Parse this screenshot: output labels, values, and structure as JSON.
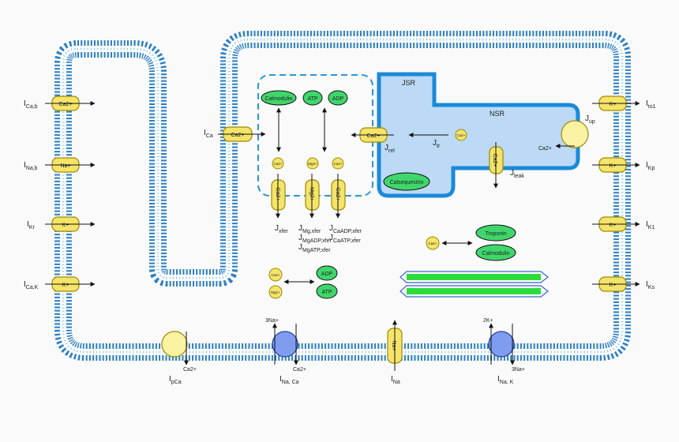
{
  "colors": {
    "membrane": "#4aa8e6",
    "membrane_dark": "#2b7fc4",
    "sr_fill": "#bcd9f5",
    "sr_stroke": "#1a8ad8",
    "channel_fill": "#f5e46a",
    "channel_stroke": "#a08a00",
    "pump_yellow": "#fbf2a4",
    "pump_blue": "#7f9cf0",
    "green_fill": "#3fd66b",
    "filament": "#2ddc3a",
    "filament_outline": "#3366cc"
  },
  "sr": {
    "jsr_label": "JSR",
    "nsr_label": "NSR",
    "calsequestrin": "Calsequestrin"
  },
  "sarcolemma_channels": {
    "ica_b": {
      "ion": "Ca2+",
      "current": "I",
      "current_sub": "Ca,b"
    },
    "ina_b": {
      "ion": "Na+",
      "current": "I",
      "current_sub": "Na,b"
    },
    "ikr": {
      "ion": "K+",
      "current": "I",
      "current_sub": "Kr"
    },
    "ica_k": {
      "ion": "K+",
      "current": "I",
      "current_sub": "Ca,K"
    },
    "ica": {
      "ion": "Ca2+",
      "current": "I",
      "current_sub": "Ca"
    },
    "ito1": {
      "ion": "K+",
      "current": "I",
      "current_sub": "to1"
    },
    "ikp": {
      "ion": "K+",
      "current": "I",
      "current_sub": "Kp"
    },
    "ik1": {
      "ion": "K+",
      "current": "I",
      "current_sub": "K1"
    },
    "iks": {
      "ion": "K+",
      "current": "I",
      "current_sub": "Ks"
    }
  },
  "bottom": {
    "ipca": {
      "ion": "Ca2+",
      "current": "I",
      "current_sub": "pCa"
    },
    "inaca": {
      "ion_in": "3Na+",
      "ion_out": "Ca2+",
      "current": "I",
      "current_sub": "Na, Ca"
    },
    "ina": {
      "ion": "Na+",
      "current": "I",
      "current_sub": "Na"
    },
    "inak": {
      "ion_in": "2K+",
      "ion_out": "3Na+",
      "current": "I",
      "current_sub": "Na, K"
    }
  },
  "sr_fluxes": {
    "jrel": {
      "ion": "Ca2+",
      "label": "J",
      "sub": "rel"
    },
    "jtr": {
      "ion": "Ca2+",
      "label": "J",
      "sub": "tr"
    },
    "jleak": {
      "ion": "Ca2+",
      "label": "J",
      "sub": "leak"
    },
    "jup": {
      "ion": "Ca2+",
      "label": "J",
      "sub": "up"
    }
  },
  "subspace": {
    "calmodulin": "Calmodulin",
    "atp": "ATP",
    "adp": "ADP",
    "ca_small": "Ca2+",
    "mg_small": "Mg2+",
    "ch1": {
      "ion": "Ca2+",
      "label": "J",
      "sub": "xfer"
    },
    "ch2": {
      "ion": "Mg2+",
      "lines": [
        {
          "label": "J",
          "sub": "Mg,xfer"
        },
        {
          "label": "J",
          "sub": "MgADP,xfer"
        },
        {
          "label": "J",
          "sub": "MgATP,xfer"
        }
      ]
    },
    "ch3": {
      "ion": "Ca2+",
      "lines": [
        {
          "label": "J",
          "sub": "CaADP,xfer"
        },
        {
          "label": "J",
          "sub": "CaATP,xfer"
        }
      ]
    }
  },
  "cytosol": {
    "ca_small": "Ca2+",
    "troponin": "Troponin",
    "calmodulin": "Calmodulin",
    "mg_small": "Mg2+",
    "adp": "ADP",
    "atp": "ATP"
  }
}
